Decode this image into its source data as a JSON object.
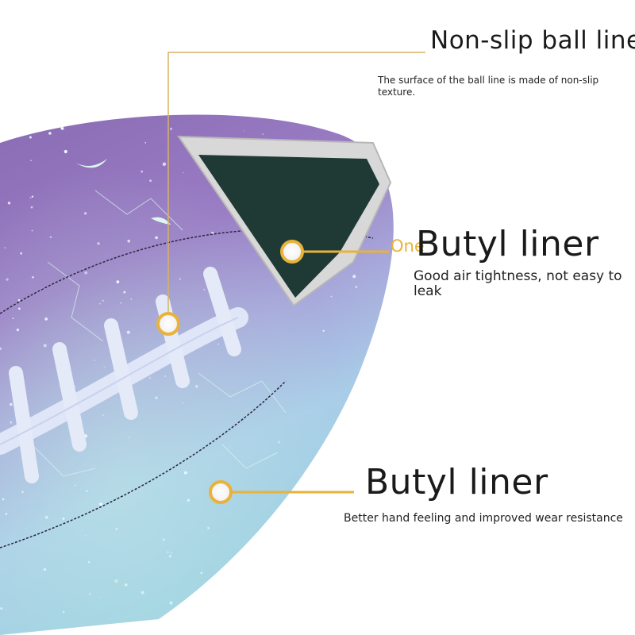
{
  "callouts": [
    {
      "title": "Non-slip ball line",
      "description": "The surface of the ball line is made of non-slip texture."
    },
    {
      "prefix": "One",
      "title": "Butyl liner",
      "description": "Good air tightness, not easy to leak"
    },
    {
      "title": "Butyl liner",
      "description": "Better hand feeling and improved wear resistance"
    }
  ],
  "colors": {
    "accent": "#e9b23a",
    "ball_purple": "#8c6fb8",
    "ball_blue": "#9fc4e6",
    "lace": "#dfe6f7",
    "liner": "#1f3a35"
  }
}
